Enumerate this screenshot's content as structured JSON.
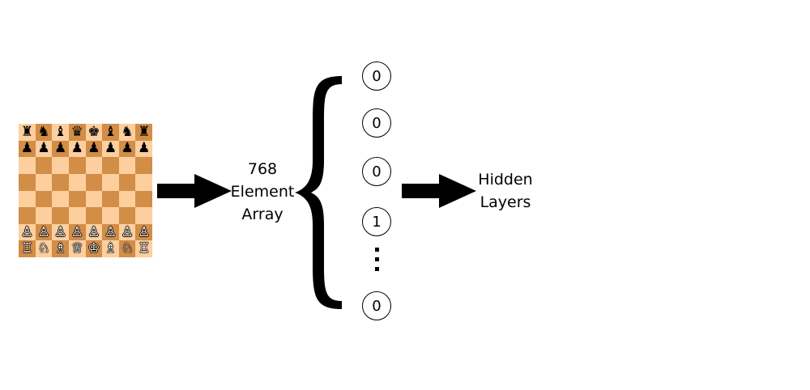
{
  "board": {
    "ranks": [
      [
        "♜",
        "♞",
        "♝",
        "♛",
        "♚",
        "♝",
        "♞",
        "♜"
      ],
      [
        "♟",
        "♟",
        "♟",
        "♟",
        "♟",
        "♟",
        "♟",
        "♟"
      ],
      [
        "",
        "",
        "",
        "",
        "",
        "",
        "",
        ""
      ],
      [
        "",
        "",
        "",
        "",
        "",
        "",
        "",
        ""
      ],
      [
        "",
        "",
        "",
        "",
        "",
        "",
        "",
        ""
      ],
      [
        "",
        "",
        "",
        "",
        "",
        "",
        "",
        ""
      ],
      [
        "♙",
        "♙",
        "♙",
        "♙",
        "♙",
        "♙",
        "♙",
        "♙"
      ],
      [
        "♖",
        "♘",
        "♗",
        "♕",
        "♔",
        "♗",
        "♘",
        "♖"
      ]
    ],
    "colors": {
      "light": "#fdcf9e",
      "dark": "#d28d47"
    }
  },
  "input_label": {
    "line1": "768",
    "line2": "Element",
    "line3": "Array"
  },
  "output_label": {
    "line1": "Hidden",
    "line2": "Layers"
  },
  "nodes": [
    "0",
    "0",
    "0",
    "1",
    "0"
  ]
}
